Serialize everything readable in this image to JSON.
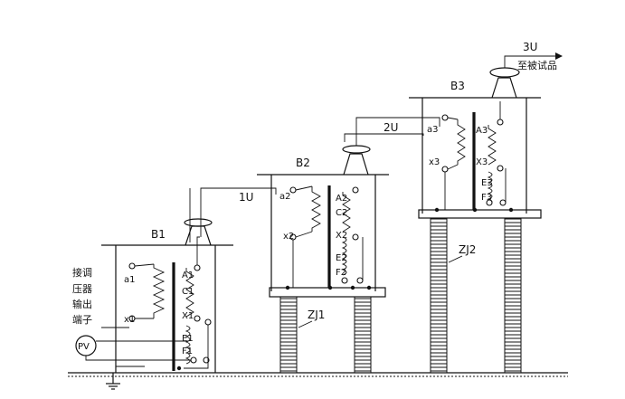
{
  "labels": {
    "b1": "B1",
    "b2": "B2",
    "b3": "B3",
    "u1": "1U",
    "u2": "2U",
    "u3": "3U",
    "to_test_object": "至被试品",
    "zj1": "ZJ1",
    "zj2": "ZJ2",
    "pv": "PV",
    "side_text": [
      "接调",
      "压器",
      "输出",
      "端子"
    ]
  },
  "terminals": {
    "b1": [
      "a1",
      "x1",
      "A1",
      "C1",
      "X1",
      "E1",
      "F1"
    ],
    "b2": [
      "a2",
      "x2",
      "A2",
      "C2",
      "X2",
      "E2",
      "F2"
    ],
    "b3": [
      "a3",
      "x3",
      "A3",
      "X3",
      "E3",
      "F3"
    ]
  }
}
